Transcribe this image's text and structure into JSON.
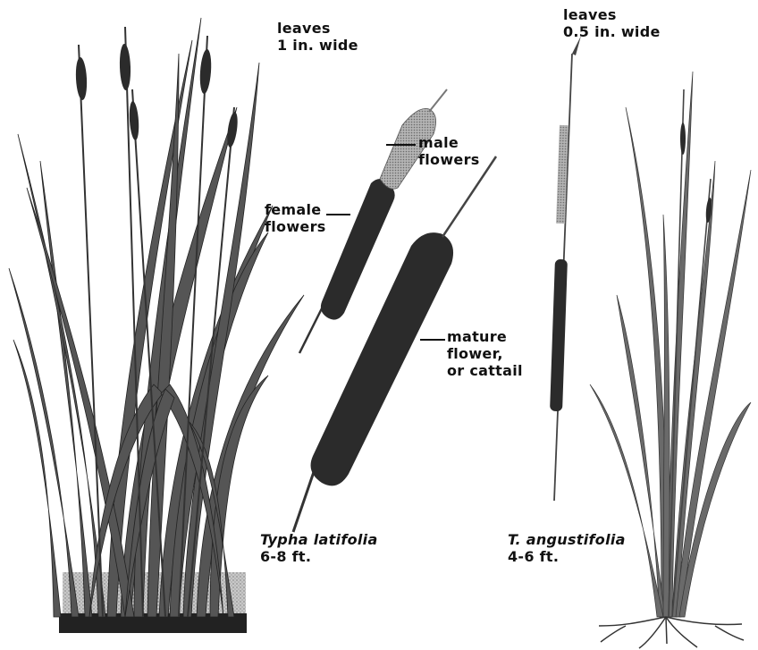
{
  "labels": {
    "latifolia_leaves": {
      "line1": "leaves",
      "line2": "1 in. wide"
    },
    "male_flowers": {
      "line1": "male",
      "line2": "flowers"
    },
    "female_flowers": {
      "line1": "female",
      "line2": "flowers"
    },
    "mature_flower": {
      "line1": "mature",
      "line2": "flower,",
      "line3": "or cattail"
    },
    "latifolia_species": {
      "name": "Typha latifolia",
      "height": "6-8 ft."
    },
    "angustifolia_leaves": {
      "line1": "leaves",
      "line2": "0.5 in. wide"
    },
    "angustifolia_species": {
      "name": "T. angustifolia",
      "height": "4-6 ft."
    }
  },
  "colors": {
    "ink": "#1a1a1a",
    "spike": "#2b2b2b",
    "leaf_gray": "#5a5a5a",
    "male_spike": "#9a9a9a",
    "soil": "#222222"
  }
}
